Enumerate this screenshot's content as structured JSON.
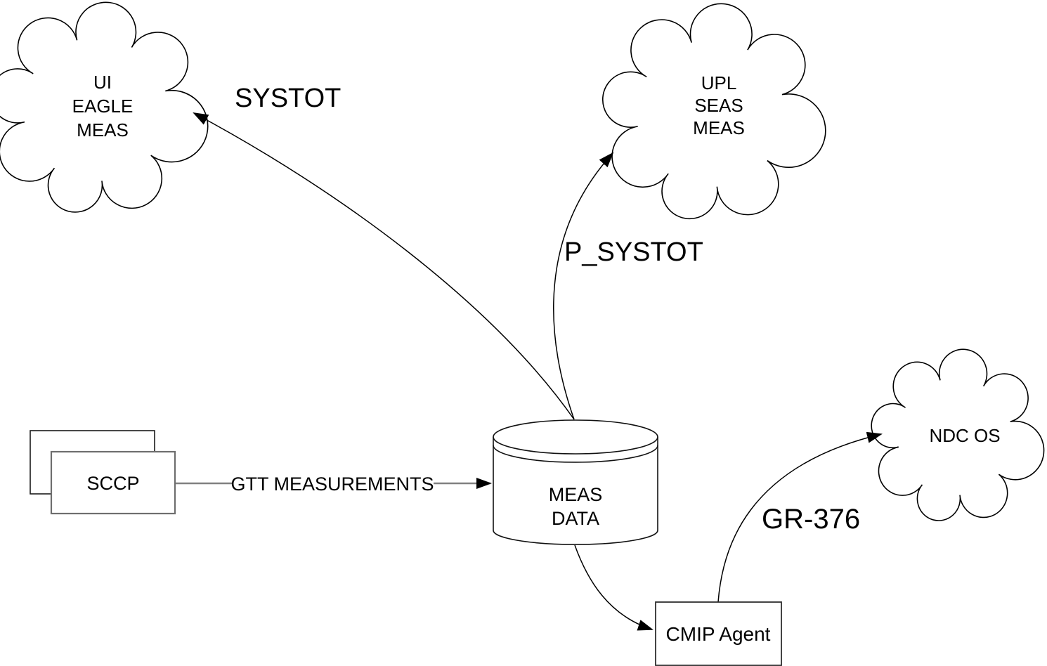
{
  "diagram": {
    "background": "#ffffff",
    "nodes": {
      "ui_eagle_meas": {
        "shape": "cloud",
        "line1": "UI",
        "line2": "EAGLE",
        "line3": "MEAS"
      },
      "upl_seas_meas": {
        "shape": "cloud",
        "line1": "UPL",
        "line2": "SEAS",
        "line3": "MEAS"
      },
      "ndc_os": {
        "shape": "cloud",
        "label": "NDC OS"
      },
      "meas_data": {
        "shape": "cylinder",
        "line1": "MEAS",
        "line2": "DATA"
      },
      "sccp": {
        "shape": "stacked-rectangles",
        "label": "SCCP"
      },
      "cmip_agent": {
        "shape": "rectangle",
        "label": "CMIP Agent"
      }
    },
    "edges": {
      "systot": {
        "label": "SYSTOT",
        "from": "MEAS DATA",
        "to": "UI EAGLE MEAS"
      },
      "p_systot": {
        "label": "P_SYSTOT",
        "from": "MEAS DATA",
        "to": "UPL SEAS MEAS"
      },
      "gtt_measurements": {
        "label": "GTT MEASUREMENTS",
        "from": "SCCP",
        "to": "MEAS DATA"
      },
      "meas_data_to_cmip_agent": {
        "label": "",
        "from": "MEAS DATA",
        "to": "CMIP Agent"
      },
      "gr_376": {
        "label": "GR-376",
        "from": "CMIP Agent",
        "to": "NDC OS"
      }
    },
    "colors": {
      "line": "#000000",
      "connector_gray": "#808080",
      "front_box_border": "#6e6e6e",
      "shape_fill": "#ffffff"
    }
  }
}
